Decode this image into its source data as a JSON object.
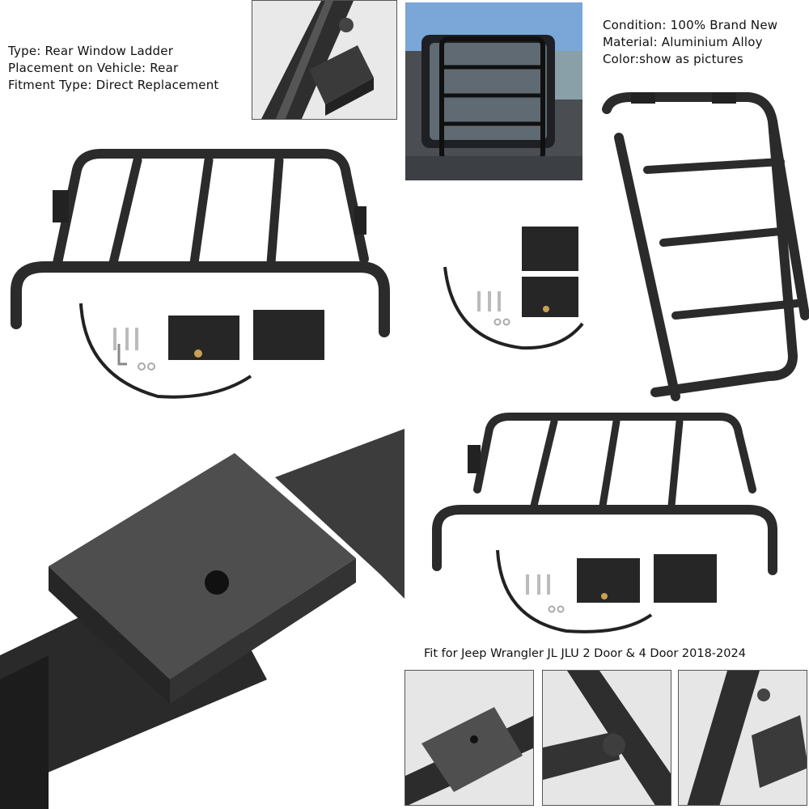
{
  "specs_left": {
    "type": "Type:  Rear Window Ladder",
    "placement": "Placement on Vehicle:  Rear",
    "fitment_type": "Fitment Type: Direct Replacement"
  },
  "specs_right": {
    "condition": "Condition: 100% Brand New",
    "material": "Material: Aluminium Alloy",
    "color": "Color:show as pictures"
  },
  "fitment_caption": "Fit for Jeep Wrangler JL JLU 2 Door & 4 Door 2018-2024",
  "colors": {
    "metal": "#2b2b2b",
    "metal_highlight": "#5a5a5a",
    "bolt": "#c8c8c8",
    "background": "#ffffff"
  },
  "images": [
    "ladder-product-large",
    "bracket-closeup-top",
    "vehicle-installed-photo",
    "ladder-side-view",
    "mount-blocks-hardware",
    "bracket-weld-macro",
    "ladder-product-small",
    "detail-bracket",
    "detail-weld",
    "detail-hinge"
  ]
}
